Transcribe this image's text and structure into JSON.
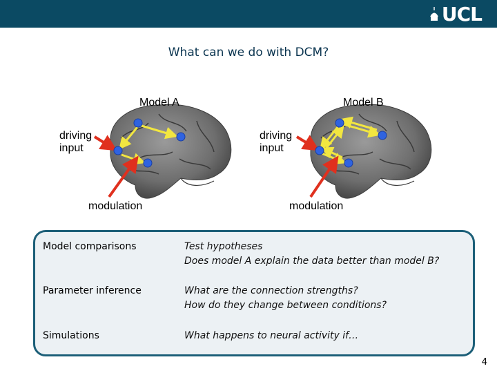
{
  "header": {
    "logo_text": "UCL",
    "logo_icon": "ucl-crest-icon"
  },
  "slide": {
    "title": "What can we do with DCM?",
    "page_number": "4"
  },
  "models": [
    {
      "title": "Model A",
      "driving": "driving\ninput",
      "modulation": "modulation"
    },
    {
      "title": "Model B",
      "driving": "driving\ninput",
      "modulation": "modulation"
    }
  ],
  "panel": {
    "rows": [
      {
        "label": "Model comparisons",
        "desc_1": "Test hypotheses",
        "desc_2": "Does model A explain the data better than model B?"
      },
      {
        "label": "Parameter inference",
        "desc_1": "What are the connection strengths?",
        "desc_2": "How do they change between conditions?"
      },
      {
        "label": "Simulations",
        "desc_1": "What happens to neural activity if…",
        "desc_2": ""
      }
    ]
  },
  "colors": {
    "header_bg": "#0b4a63",
    "panel_border": "#1c5f78",
    "node": "#2f63e0",
    "arrow_red": "#e0301e",
    "arrow_yellow": "#f2e640"
  }
}
